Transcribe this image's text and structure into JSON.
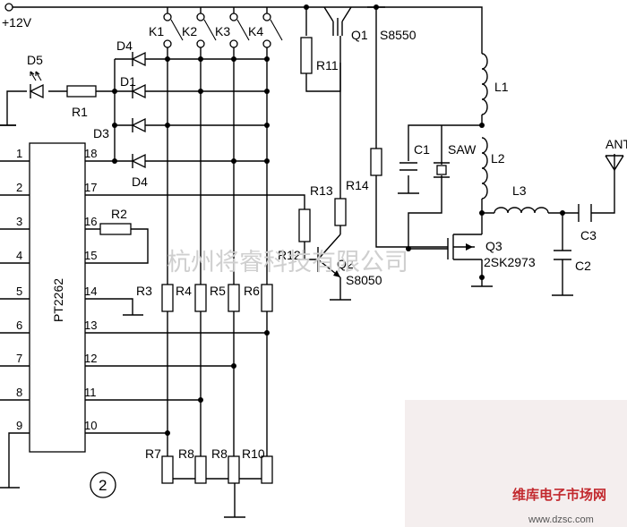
{
  "supply": "+12V",
  "labels": {
    "k1": "K1",
    "k2": "K2",
    "k3": "K3",
    "k4": "K4",
    "d4_top": "D4",
    "d5": "D5",
    "d1": "D1",
    "d3": "D3",
    "d4_bottom": "D4",
    "r1": "R1",
    "r2": "R2",
    "r3": "R3",
    "r4": "R4",
    "r5": "R5",
    "r6": "R6",
    "r7": "R7",
    "r8a": "R8",
    "r8b": "R8",
    "r10": "R10",
    "r11": "R11",
    "r12": "R12",
    "r13": "R13",
    "r14": "R14",
    "q1": "Q1",
    "q1_type": "S8550",
    "q2": "Q2",
    "q2_type": "S8050",
    "q3": "Q3",
    "q3_type": "2SK2973",
    "l1": "L1",
    "l2": "L2",
    "l3": "L3",
    "c1": "C1",
    "c2": "C2",
    "c3": "C3",
    "saw": "SAW",
    "ant": "ANT"
  },
  "ic": {
    "name": "PT2262",
    "left_pins": [
      "1",
      "2",
      "3",
      "4",
      "5",
      "6",
      "7",
      "8",
      "9"
    ],
    "right_pins": [
      "18",
      "17",
      "16",
      "15",
      "14",
      "13",
      "12",
      "11",
      "10"
    ]
  },
  "figure_number": "2",
  "watermark": "杭州将睿科技有限公司",
  "site_logo": {
    "text": "维库电子市场网",
    "url": "www.dzsc.com"
  }
}
